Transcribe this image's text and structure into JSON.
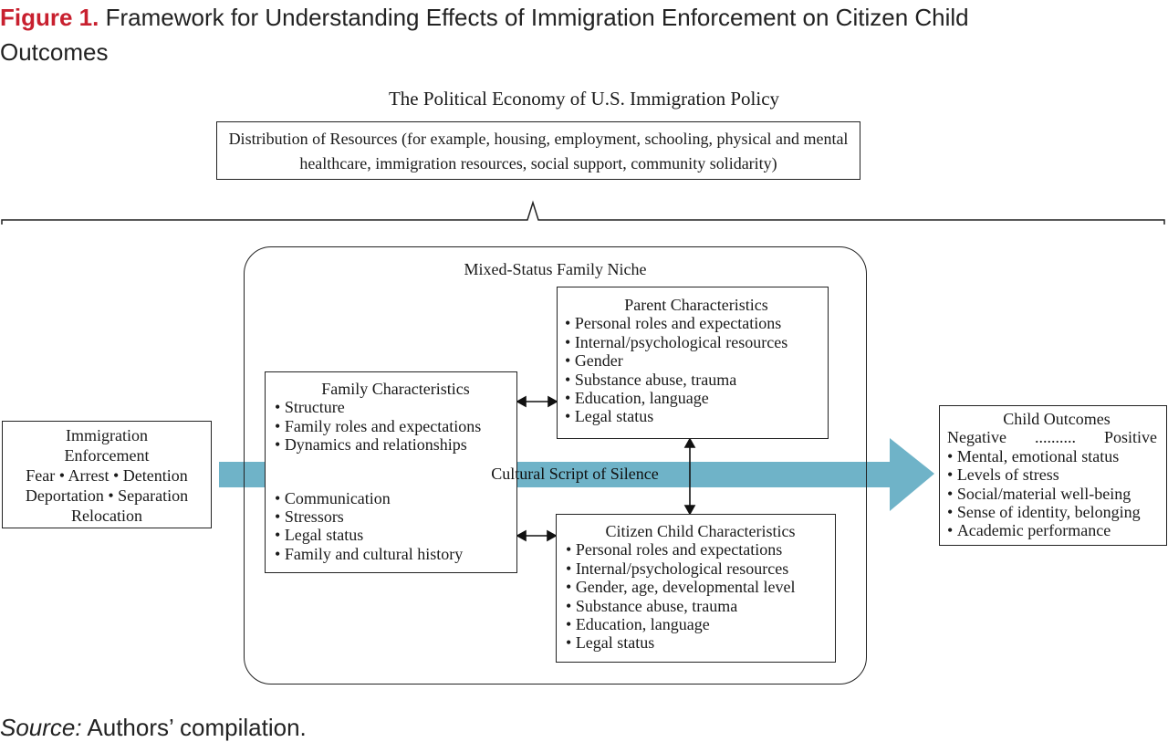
{
  "figure": {
    "label": "Figure 1.",
    "title": "Framework for Understanding Effects of Immigration Enforcement on Citizen Child Outcomes"
  },
  "diagram": {
    "political_economy": "The Political Economy of U.S. Immigration Policy",
    "resources": "Distribution of Resources (for example, housing, employment, schooling, physical and mental healthcare, immigration resources, social support, community solidarity)",
    "niche_title": "Mixed-Status Family Niche",
    "enforcement": {
      "line1": "Immigration",
      "line2": "Enforcement",
      "line3_a": "Fear",
      "line3_b": "Arrest",
      "line3_c": "Detention",
      "line4_a": "Deportation",
      "line4_b": "Separation",
      "line5": "Relocation"
    },
    "family": {
      "title": "Family Characteristics",
      "items_top": [
        "Structure",
        "Family roles and expectations",
        "Dynamics and relationships"
      ],
      "items_bottom": [
        "Communication",
        "Stressors",
        "Legal status",
        "Family and cultural history"
      ]
    },
    "parent": {
      "title": "Parent Characteristics",
      "items": [
        "Personal roles and expectations",
        "Internal/psychological resources",
        "Gender",
        "Substance abuse, trauma",
        "Education, language",
        "Legal status"
      ]
    },
    "child": {
      "title": "Citizen Child Characteristics",
      "items": [
        "Personal roles and expectations",
        "Internal/psychological resources",
        "Gender, age, developmental level",
        "Substance abuse, trauma",
        "Education, language",
        "Legal status"
      ]
    },
    "outcomes": {
      "title": "Child Outcomes",
      "scale_low": "Negative",
      "scale_dots": "..........",
      "scale_high": "Positive",
      "items": [
        "Mental, emotional status",
        "Levels of stress",
        "Social/material well-being",
        "Sense of identity, belonging",
        "Academic performance"
      ]
    },
    "arrow_label": "Cultural Script of Silence",
    "arrow_color": "#6fb3c8"
  },
  "source": {
    "label": "Source:",
    "text": "Authors’ compilation."
  }
}
